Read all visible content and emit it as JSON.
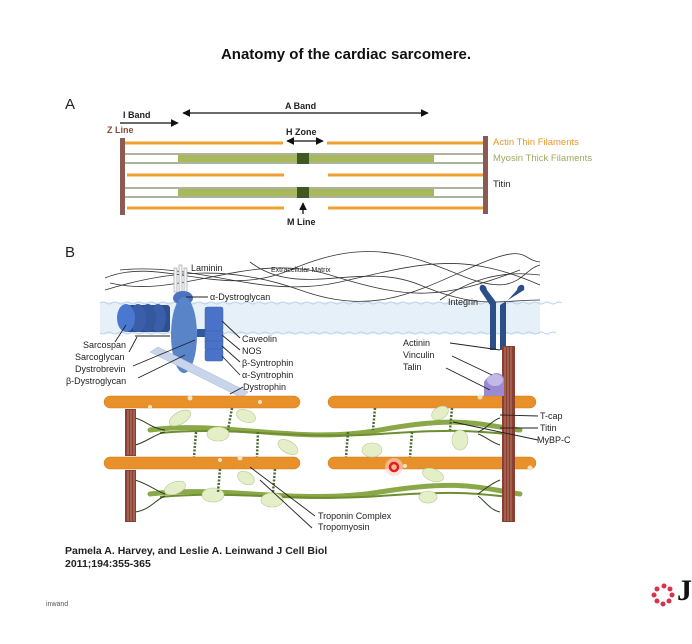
{
  "title": "Anatomy of the cardiac sarcomere.",
  "panel_a": {
    "letter": "A",
    "labels": {
      "i_band": "I Band",
      "a_band": "A Band",
      "z_line": "Z Line",
      "h_zone": "H Zone",
      "m_line": "M Line",
      "actin": "Actin Thin Filaments",
      "myosin": "Myosin Thick Filaments",
      "titin": "Titin"
    },
    "colors": {
      "actin": "#f0a030",
      "myosin": "#a8b85a",
      "z_line": "#8b5a50",
      "actin_label": "#e8962a",
      "myosin_label": "#a0a860",
      "z_label": "#8b4a3a"
    }
  },
  "panel_b": {
    "letter": "B",
    "labels": {
      "laminin": "Laminin",
      "ecm": "Extracellular Matrix",
      "alpha_dystroglycan": "α-Dystroglycan",
      "integrin": "Integrin",
      "sarcospan": "Sarcospan",
      "sarcoglycan": "Sarcoglycan",
      "dystrobrevin": "Dystrobrevin",
      "beta_dystroglycan": "β-Dystroglycan",
      "caveolin": "Caveolin",
      "nos": "NOS",
      "beta_syntrophin": "β-Syntrophin",
      "alpha_syntrophin": "α-Syntrophin",
      "dystrophin": "Dystrophin",
      "actinin": "Actinin",
      "vinculin": "Vinculin",
      "talin": "Talin",
      "tcap": "T-cap",
      "titin": "Titin",
      "mybpc": "MyBP-C",
      "troponin": "Troponin Complex",
      "tropomyosin": "Tropomyosin"
    },
    "colors": {
      "protein_blue": "#4a72c0",
      "dark_blue": "#2c4f8a",
      "thin_filament": "#e8902a",
      "thick_filament": "#8aa848",
      "z_disc": "#8a4030",
      "membrane": "#dbe9f5"
    }
  },
  "citation": {
    "line1": "Pamela A. Harvey, and Leslie A. Leinwand J Cell Biol",
    "line2": "2011;194:355-365"
  },
  "footer_text": "inwand",
  "logo": {
    "letter": "J",
    "icon": "journal-flower-logo-icon",
    "color": "#d8324a"
  },
  "cursor_marker": {
    "icon": "red-ring-cursor-icon",
    "color": "#e02020"
  }
}
